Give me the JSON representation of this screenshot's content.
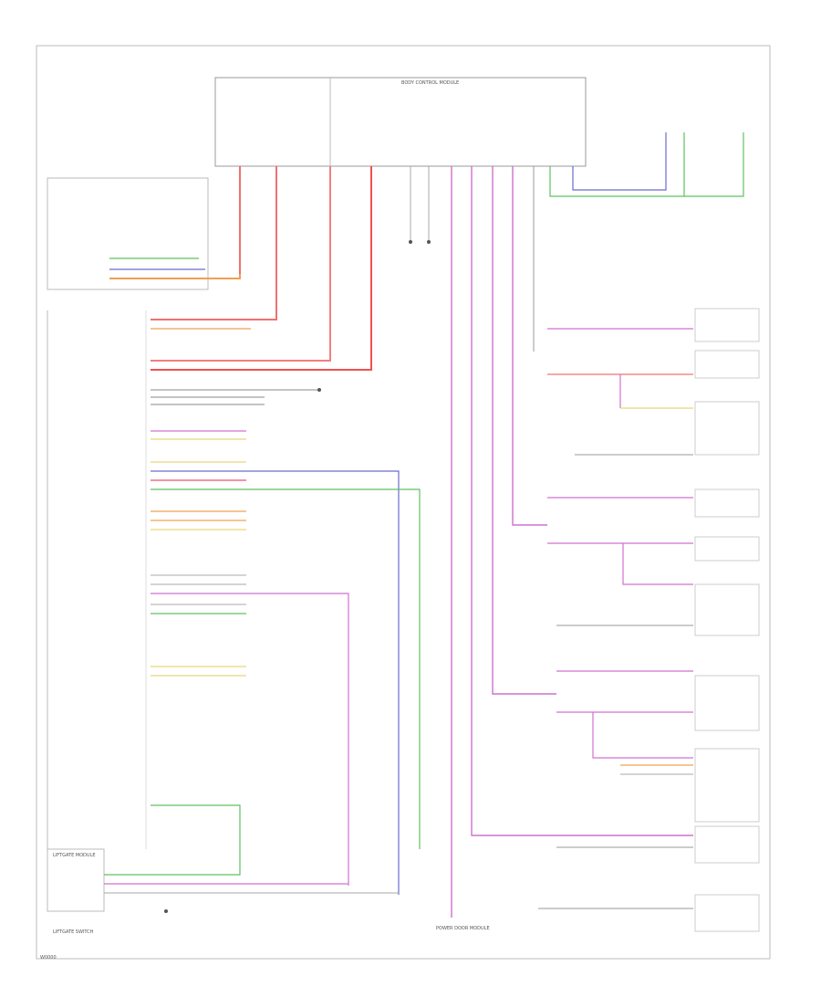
{
  "title": "",
  "connector_labels": {
    "top_block": "BODY CONTROL MODULE",
    "left_module": "LIFTGATE MODULE",
    "liftgate_switch": "LIFTGATE SWITCH",
    "bottom_center": "POWER DOOR MODULE"
  },
  "footer_code": "W0000",
  "wires": [
    {
      "name": "wire-red-1",
      "color": "#f07070"
    },
    {
      "name": "wire-red-2",
      "color": "#f05050"
    },
    {
      "name": "wire-orange",
      "color": "#f0a050"
    },
    {
      "name": "wire-green",
      "color": "#60c060"
    },
    {
      "name": "wire-blue",
      "color": "#6a6ad0"
    },
    {
      "name": "wire-violet",
      "color": "#d070d0"
    },
    {
      "name": "wire-yellow",
      "color": "#e8d878"
    },
    {
      "name": "wire-gray",
      "color": "#999999"
    }
  ]
}
